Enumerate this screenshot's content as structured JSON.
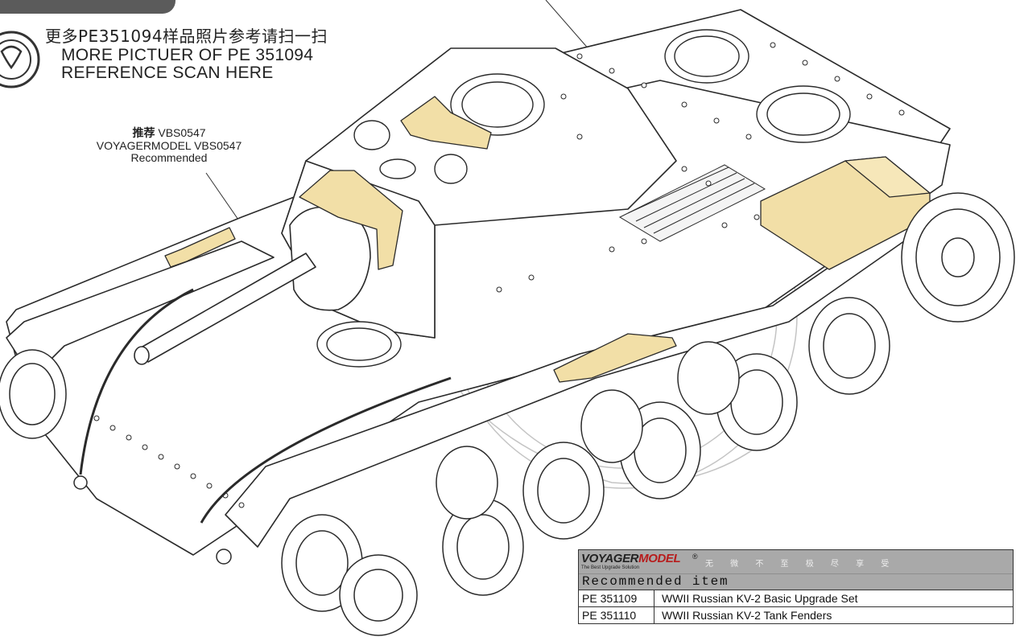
{
  "scan_notice": {
    "text_cn": "更多PE351094样品照片参考请扫一扫",
    "text_en_line1": "MORE PICTUER OF PE 351094",
    "text_en_line2": "REFERENCE SCAN HERE"
  },
  "recommended_callout": {
    "line1_cn": "推荐",
    "line1_code": "VBS0547",
    "line2": "VOYAGERMODEL VBS0547",
    "line3": "Recommended"
  },
  "recommended_table": {
    "brand_part1": "VOYAGER",
    "brand_part2": "MODEL",
    "brand_reg": "®",
    "brand_tagline": "The Best Upgrade Solution",
    "slogan": "无 微 不 至   极 尽 享 受",
    "header": "Recommended item",
    "items": [
      {
        "code": "PE 351109",
        "name": "WWII Russian KV-2  Basic Upgrade Set"
      },
      {
        "code": "PE 351110",
        "name": "WWII Russian KV-2 Tank Fenders"
      }
    ]
  },
  "colors": {
    "line_art": "#2a2a2a",
    "photo_etch_parts": "#f2dfa7",
    "table_header": "#a9a9a9",
    "brand_red": "#b71c1c",
    "watermark": "#bdbdbd"
  }
}
